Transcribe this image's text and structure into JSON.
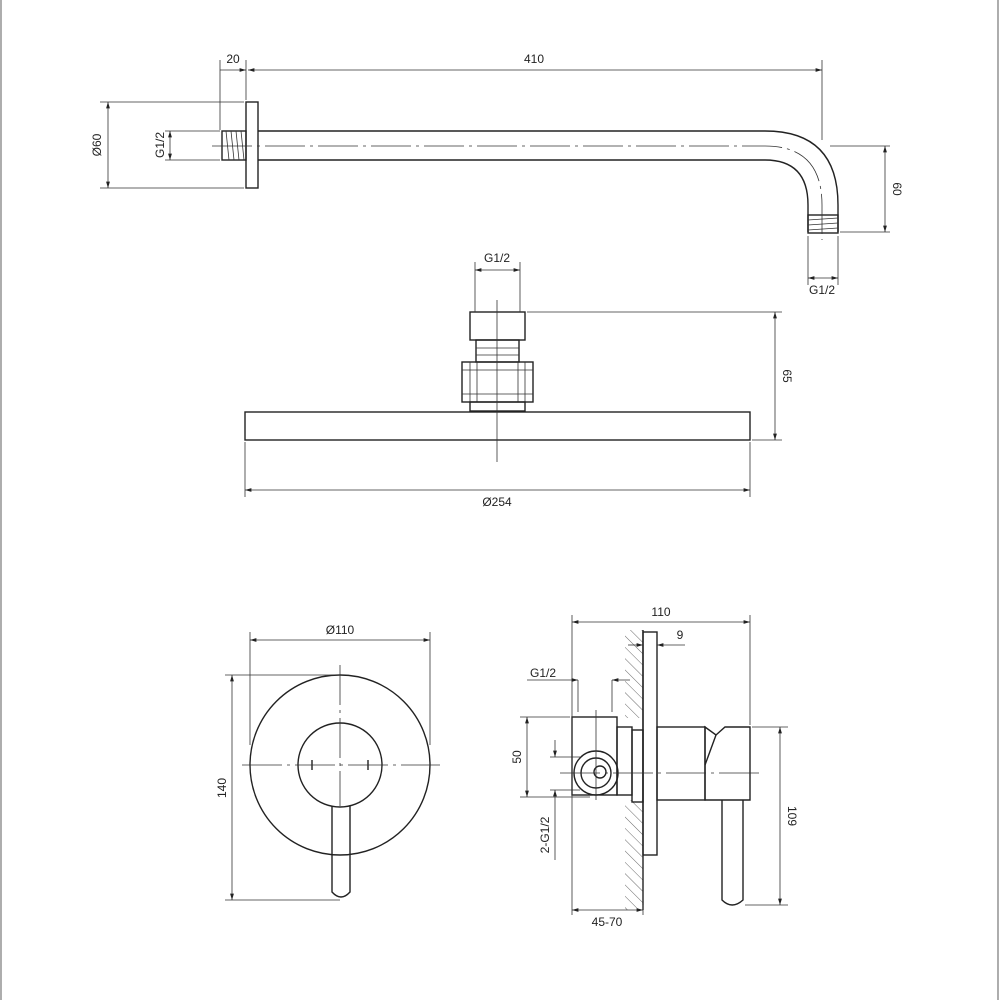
{
  "arm": {
    "d_flange": "Ø60",
    "thread_in": "G1/2",
    "offset": "20",
    "length": "410",
    "drop": "60",
    "thread_out": "G1/2"
  },
  "head": {
    "thread": "G1/2",
    "height": "65",
    "diameter": "Ø254"
  },
  "mixer_front": {
    "diameter": "Ø110",
    "height": "140"
  },
  "mixer_side": {
    "depth": "110",
    "plate": "9",
    "thread": "G1/2",
    "spacing": "50",
    "inlets": "2-G1/2",
    "height": "109",
    "wall": "45-70"
  }
}
